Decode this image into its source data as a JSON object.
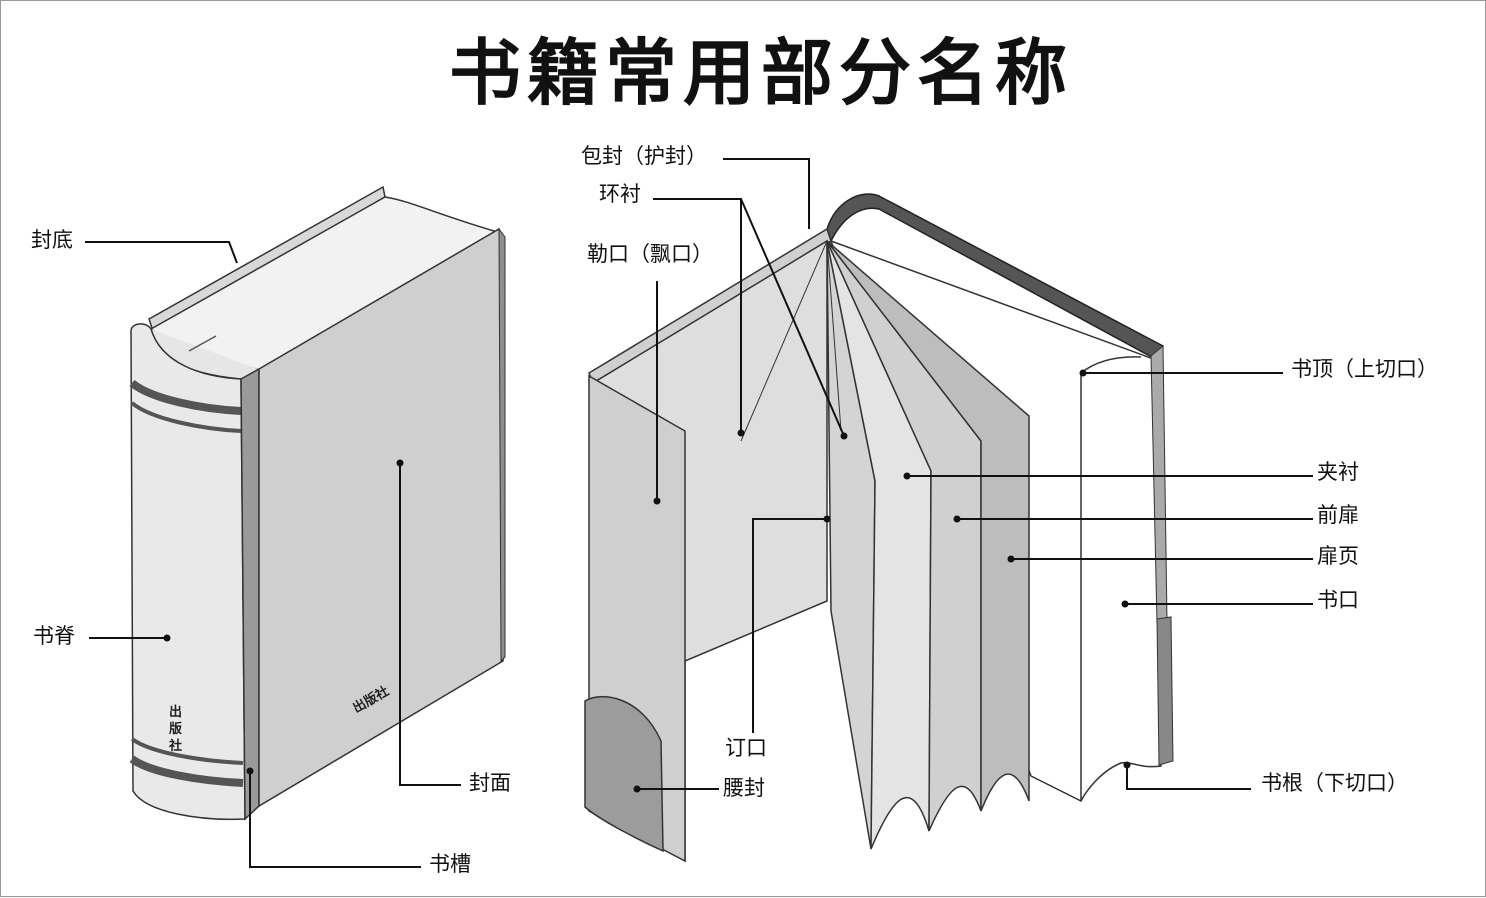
{
  "title": "书籍常用部分名称",
  "left_book": {
    "spine_text": [
      "出",
      "版",
      "社"
    ],
    "cover_text": "出版社",
    "labels": {
      "back_cover": "封底",
      "spine": "书脊",
      "front_cover": "封面",
      "groove": "书槽"
    }
  },
  "right_book": {
    "labels": {
      "jacket": "包封（护封）",
      "endpaper": "环衬",
      "overhang": "勒口（飘口）",
      "head": "书顶（上切口）",
      "fly_lining": "夹衬",
      "front_fly": "前扉",
      "title_page": "扉页",
      "fore_edge": "书口",
      "gutter": "订口",
      "belly_band": "腰封",
      "tail": "书根（下切口）"
    }
  }
}
